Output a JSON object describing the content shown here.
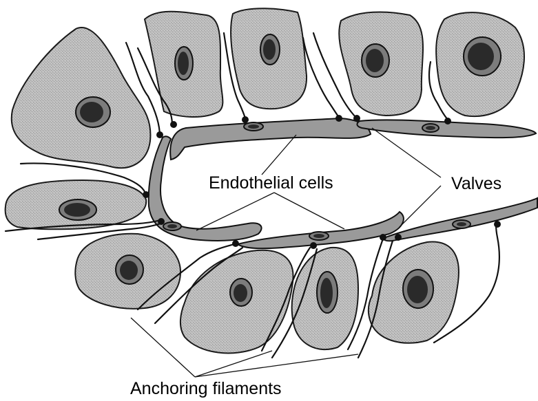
{
  "labels": {
    "endothelial_cells": "Endothelial cells",
    "valves": "Valves",
    "anchoring_filaments": "Anchoring filaments"
  },
  "colors": {
    "cell_fill": "#b5b5b5",
    "endothelium_fill": "#9a9a9a",
    "nucleus_dark": "#2a2a2a",
    "outline": "#111111"
  }
}
